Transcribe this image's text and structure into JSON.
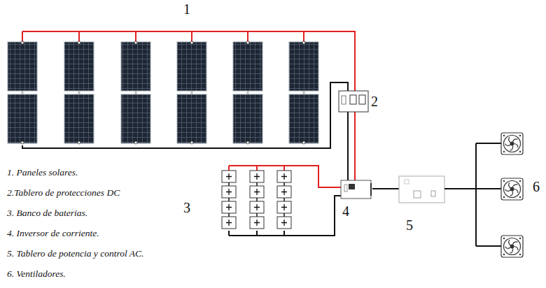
{
  "diagram": {
    "labels": [
      "1",
      "2",
      "3",
      "4",
      "5",
      "6",
      "1. Paneles solares.",
      "2.Tablero de protecciones DC",
      "3. Banco de baterias.",
      "4. Inversor de corriente.",
      "5. Tablero de potencia y control AC.",
      "6. Ventiladores."
    ]
  }
}
